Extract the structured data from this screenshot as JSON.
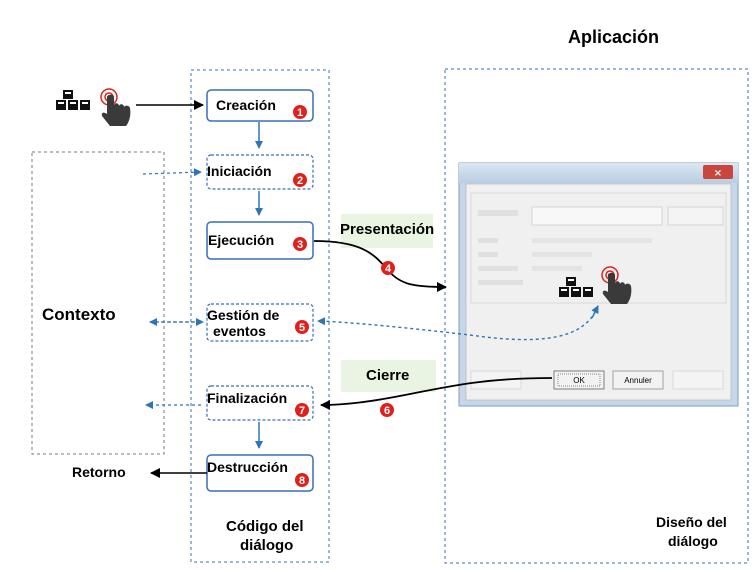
{
  "titles": {
    "aplicacion": "Aplicación",
    "contexto": "Contexto",
    "retorno": "Retorno",
    "codigo_line1": "Código del",
    "codigo_line2": "diálogo",
    "diseno_line1": "Diseño del",
    "diseno_line2": "diálogo"
  },
  "steps": [
    {
      "label": "Creación",
      "number": "1"
    },
    {
      "label": "Iniciación",
      "number": "2"
    },
    {
      "label": "Ejecución",
      "number": "3"
    },
    {
      "label_line1": "Gestión de",
      "label_line2": "eventos",
      "number": "5"
    },
    {
      "label": "Finalización",
      "number": "7"
    },
    {
      "label": "Destrucción",
      "number": "8"
    }
  ],
  "arrow_labels": {
    "presentacion": "Presentación",
    "cierre": "Cierre",
    "num_presentacion": "4",
    "num_cierre": "6"
  },
  "dialog": {
    "ok_label": "OK",
    "cancel_label": "Annuler"
  },
  "colors": {
    "box_border": "#3a6fb5",
    "arrow_blue": "#2e75b6",
    "marker_red": "#e0201b",
    "label_bg_green": "#eaf4e2",
    "dotted_border": "#3a6fb5"
  }
}
